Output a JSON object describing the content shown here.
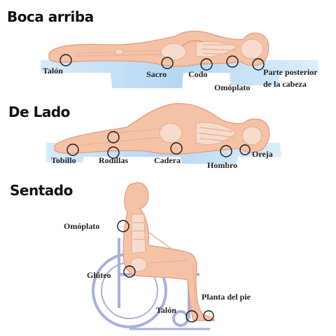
{
  "sections": {
    "supine": {
      "title": "Boca arriba",
      "labels": {
        "heel": "Talón",
        "sacrum": "Sacro",
        "elbow": "Codo",
        "scapula": "Omóplato",
        "head_back_line1": "Parte posterior",
        "head_back_line2": "de la cabeza"
      }
    },
    "lateral": {
      "title": "De Lado",
      "labels": {
        "ankle": "Tobillo",
        "knees": "Rodillas",
        "hip": "Cadera",
        "shoulder": "Hombro",
        "ear": "Oreja"
      }
    },
    "seated": {
      "title": "Sentado",
      "labels": {
        "scapula": "Omóplato",
        "buttock": "Glúteo",
        "heel": "Talón",
        "sole": "Planta del  pie"
      }
    }
  },
  "colors": {
    "skin": "#f6c2a6",
    "skin_outline": "#e29a7d",
    "bone": "#f0d8c8",
    "mattress": "#b8d8f4",
    "wheelchair": "#9aa3d8",
    "marker": "#1a1a1a"
  }
}
